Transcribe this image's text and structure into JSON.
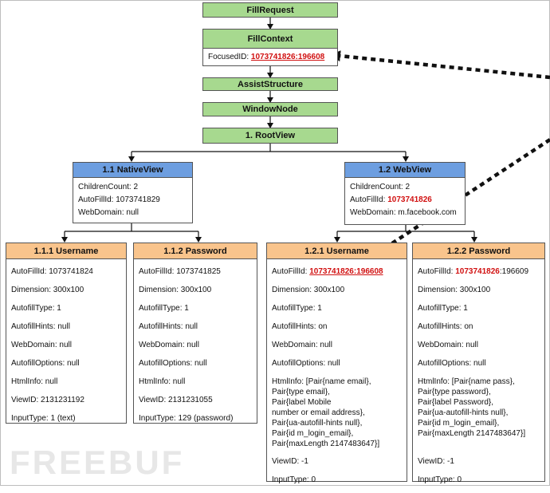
{
  "top": {
    "fill_request": "FillRequest",
    "fill_context": "FillContext",
    "focused_id_label": "FocusedID: ",
    "focused_id_value": "1073741826:196608",
    "assist_structure": "AssistStructure",
    "window_node": "WindowNode",
    "root_view": "1. RootView"
  },
  "native_view": {
    "title": "1.1 NativeView",
    "children_count": "ChildrenCount: 2",
    "autofill_id": "AutoFillId: 1073741829",
    "web_domain": "WebDomain: null"
  },
  "web_view": {
    "title": "1.2 WebView",
    "children_count": "ChildrenCount: 2",
    "autofill_id_label": "AutoFillId: ",
    "autofill_id_value": "1073741826",
    "web_domain": "WebDomain: m.facebook.com"
  },
  "n111": {
    "title": "1.1.1 Username",
    "autofill_id": "AutoFillId: 1073741824",
    "dimension": "Dimension: 300x100",
    "autofill_type": "AutofillType: 1",
    "autofill_hints": "AutofillHints: null",
    "web_domain": "WebDomain: null",
    "autofill_options": "AutofillOptions: null",
    "html_info": "HtmlInfo: null",
    "view_id": "ViewID: 2131231192",
    "input_type": "InputType: 1 (text)"
  },
  "n112": {
    "title": "1.1.2 Password",
    "autofill_id": "AutoFillId: 1073741825",
    "dimension": "Dimension: 300x100",
    "autofill_type": "AutofillType: 1",
    "autofill_hints": "AutofillHints: null",
    "web_domain": "WebDomain: null",
    "autofill_options": "AutofillOptions: null",
    "html_info": "HtmlInfo: null",
    "view_id": "ViewID: 2131231055",
    "input_type": "InputType: 129 (password)"
  },
  "n121": {
    "title": "1.2.1 Username",
    "autofill_id_label": "AutoFillId: ",
    "autofill_id_value": "1073741826:196608",
    "dimension": "Dimension: 300x100",
    "autofill_type": "AutofillType: 1",
    "autofill_hints": "AutofillHints: on",
    "web_domain": "WebDomain: null",
    "autofill_options": "AutofillOptions: null",
    "html_info_lines": [
      "HtmlInfo: [Pair{name email},",
      "Pair{type email},",
      "Pair{label Mobile",
      "number or email address},",
      "Pair{ua-autofill-hints null},",
      "Pair{id m_login_email},",
      "Pair{maxLength 2147483647}]"
    ],
    "view_id": "ViewID: -1",
    "input_type": "InputType: 0"
  },
  "n122": {
    "title": "1.2.2 Password",
    "autofill_id_label": "AutoFillId: ",
    "autofill_id_value": "1073741826",
    "autofill_id_suffix": ":196609",
    "dimension": "Dimension: 300x100",
    "autofill_type": "AutofillType: 1",
    "autofill_hints": "AutofillHints: on",
    "web_domain": "WebDomain: null",
    "autofill_options": "AutofillOptions: null",
    "html_info_lines": [
      "HtmlInfo: [Pair{name pass},",
      "Pair{type password},",
      "Pair{label Password},",
      "Pair{ua-autofill-hints null},",
      "Pair{id m_login_email},",
      "Pair{maxLength 2147483647}]"
    ],
    "view_id": "ViewID: -1",
    "input_type": "InputType: 0"
  },
  "watermark": "FREEBUF",
  "colors": {
    "green": "#a7d98f",
    "blue": "#6d9ee0",
    "orange": "#f9c48c",
    "highlight": "#d11111"
  }
}
